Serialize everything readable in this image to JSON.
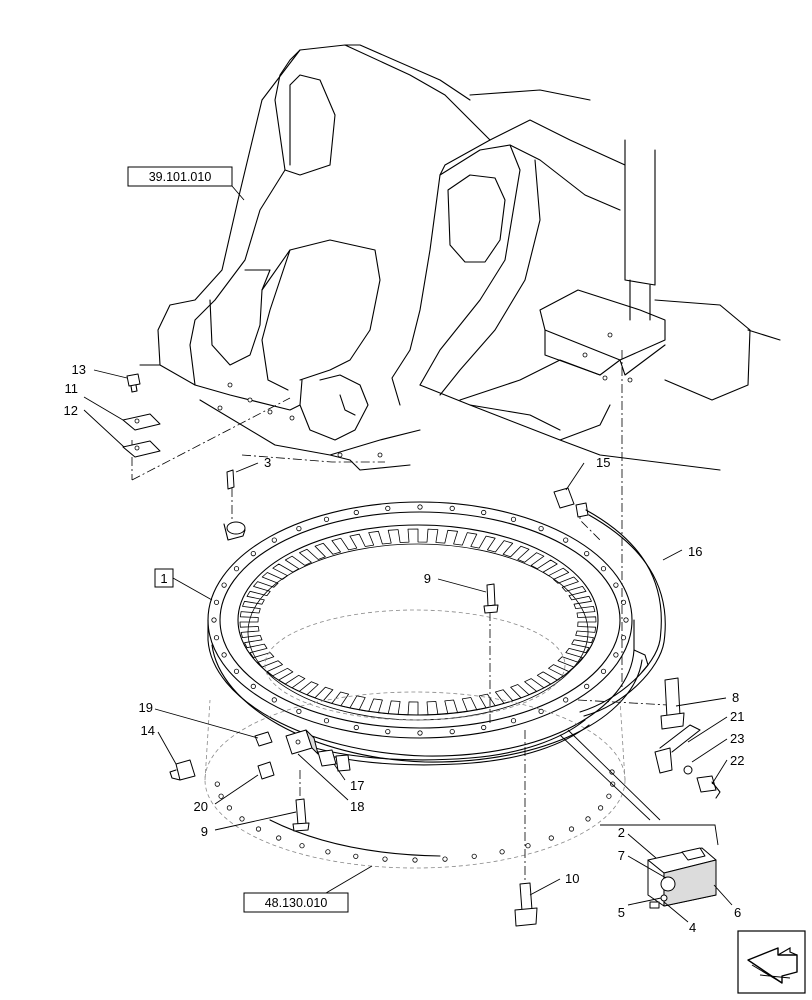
{
  "references": {
    "upper_frame": "39.101.010",
    "lower_frame": "48.130.010"
  },
  "callouts": {
    "c1": "1",
    "c2": "2",
    "c3": "3",
    "c4": "4",
    "c5": "5",
    "c6": "6",
    "c7": "7",
    "c8": "8",
    "c9a": "9",
    "c9b": "9",
    "c10": "10",
    "c11": "11",
    "c12": "12",
    "c13": "13",
    "c14": "14",
    "c15": "15",
    "c16": "16",
    "c17": "17",
    "c18": "18",
    "c19": "19",
    "c20": "20",
    "c21": "21",
    "c22": "22",
    "c23": "23"
  },
  "icons": {
    "nav": "arrow-icon"
  }
}
